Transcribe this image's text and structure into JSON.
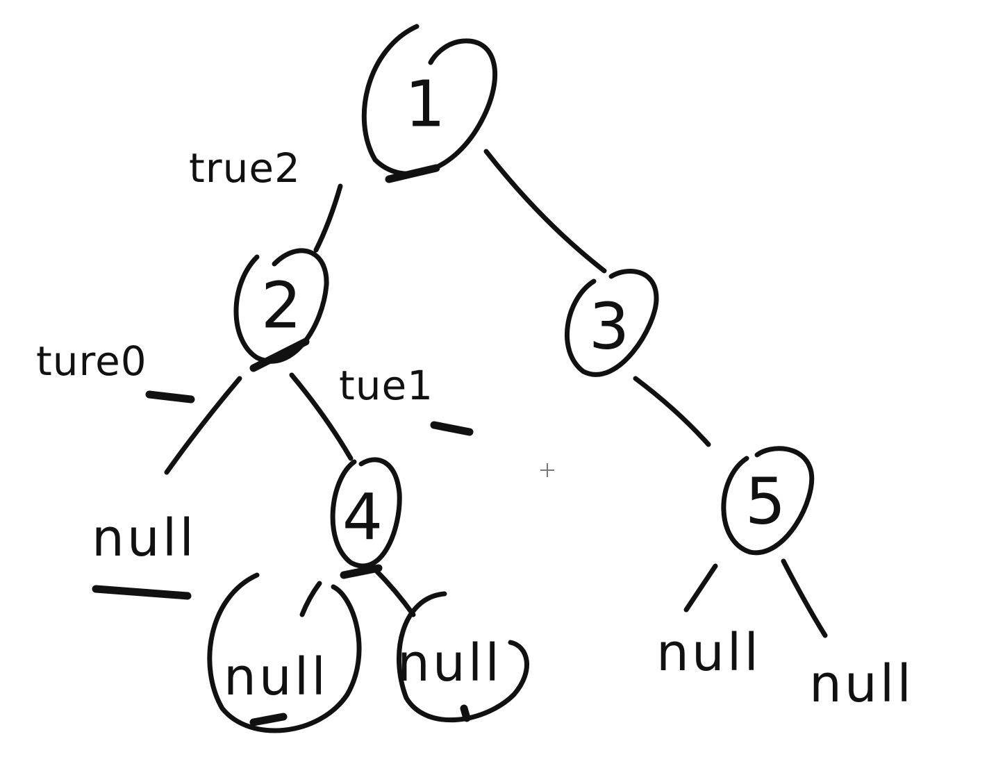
{
  "nodes": [
    {
      "id": "n1",
      "label": "1"
    },
    {
      "id": "n2",
      "label": "2"
    },
    {
      "id": "n3",
      "label": "3"
    },
    {
      "id": "n4",
      "label": "4"
    },
    {
      "id": "n5",
      "label": "5"
    }
  ],
  "nulls": [
    {
      "id": "null-2-left",
      "label": "null"
    },
    {
      "id": "null-4-left",
      "label": "null"
    },
    {
      "id": "null-4-right",
      "label": "null"
    },
    {
      "id": "null-5-left",
      "label": "null"
    },
    {
      "id": "null-5-right",
      "label": "null"
    }
  ],
  "annotations": {
    "edge_1_2": "true2",
    "edge_2_left": "ture0",
    "edge_2_right": "tue1"
  },
  "colors": {
    "ink": "#111111",
    "paper": "#ffffff"
  }
}
